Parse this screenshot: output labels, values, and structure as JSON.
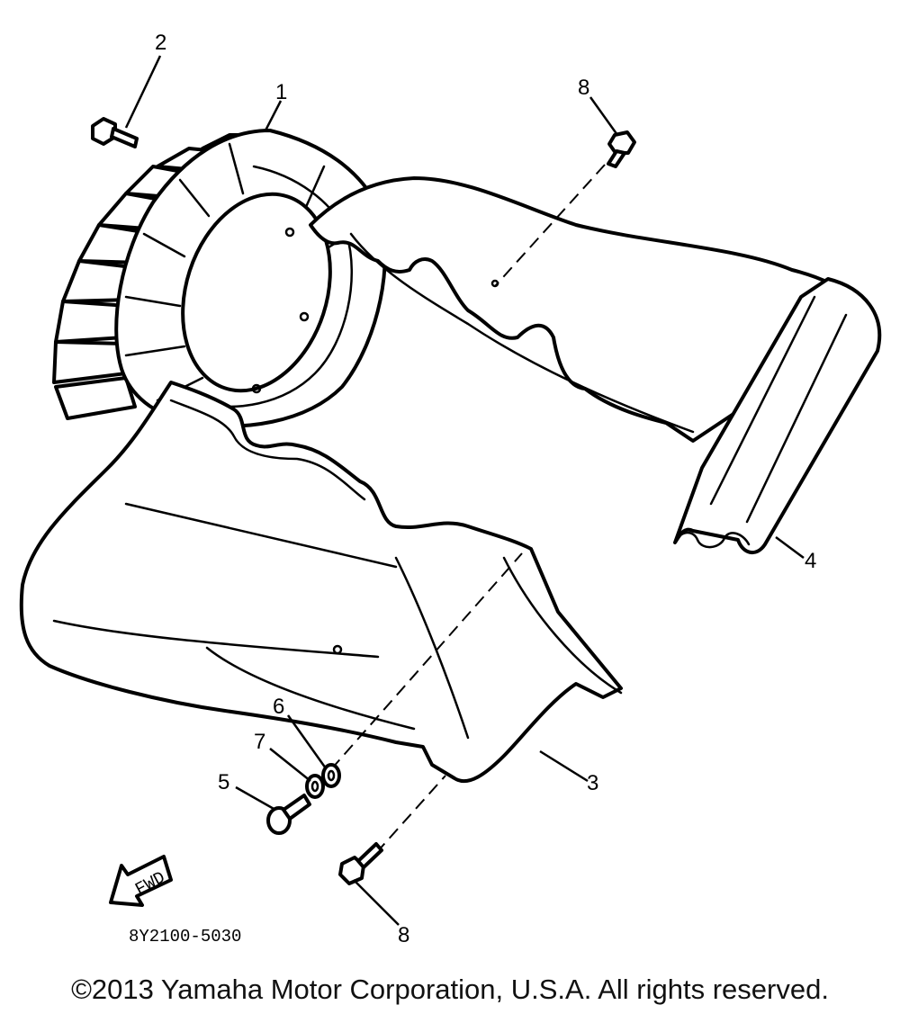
{
  "diagram": {
    "callouts": {
      "flywheel": "1",
      "flywheel_bolt": "2",
      "lower_cover": "3",
      "cover_strip": "4",
      "bolt_lower": "5",
      "washer": "6",
      "lock_washer": "7",
      "bolt_upper": "8",
      "bolt_bottom": "8"
    },
    "fwd_label": "FWD",
    "diagram_code": "8Y2100-5030"
  },
  "footer": {
    "copyright": "©2013 Yamaha Motor Corporation, U.S.A. All rights reserved."
  }
}
